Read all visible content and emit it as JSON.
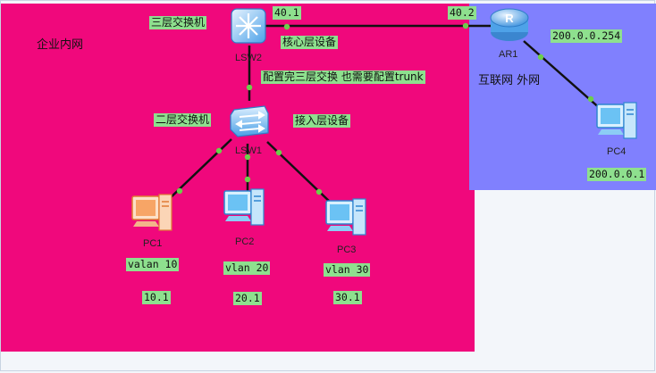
{
  "zones": {
    "enterprise": {
      "label": "企业内网",
      "color": "#f0087c"
    },
    "internet": {
      "label": "互联网 外网",
      "color": "#8080fe"
    }
  },
  "devices": {
    "lsw2": {
      "name": "LSW2",
      "role_label": "三层交换机",
      "layer_label": "核心层设备",
      "port_label": "40.1",
      "icon": "l3-switch-icon"
    },
    "lsw1": {
      "name": "LSW1",
      "role_label": "二层交换机",
      "layer_label": "接入层设备",
      "icon": "l2-switch-icon"
    },
    "ar1": {
      "name": "AR1",
      "port_label": "40.2",
      "icon": "router-icon"
    },
    "pc1": {
      "name": "PC1",
      "vlan_label": "valan 10",
      "ip_label": "10.1",
      "icon": "pc-icon"
    },
    "pc2": {
      "name": "PC2",
      "vlan_label": "vlan 20",
      "ip_label": "20.1",
      "icon": "pc-icon"
    },
    "pc3": {
      "name": "PC3",
      "vlan_label": "vlan 30",
      "ip_label": "30.1",
      "icon": "pc-icon"
    },
    "pc4": {
      "name": "PC4",
      "ip_label": "200.0.0.1",
      "icon": "pc-icon"
    }
  },
  "annotations": {
    "trunk_note": "配置完三层交换 也需要配置trunk",
    "ar1_gateway": "200.0.0.254"
  },
  "colors": {
    "label_bg": "#8ee08e",
    "link": "#111111",
    "port_dot": "#6ccf4a"
  }
}
